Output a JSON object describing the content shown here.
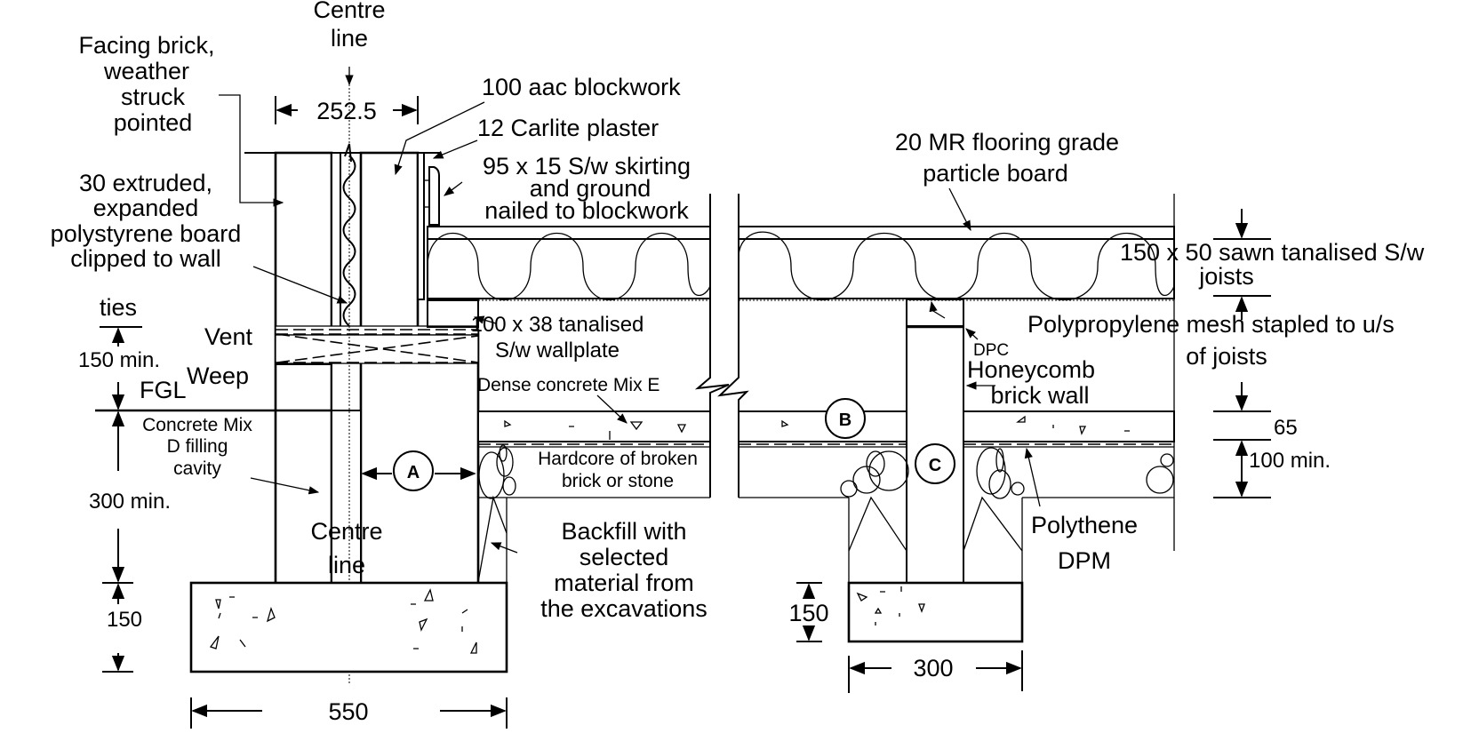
{
  "title": "Cavity wall foundation and suspended timber ground floor detail",
  "labels": {
    "centre_line_top": [
      "Centre",
      "line"
    ],
    "centre_line_bottom": [
      "Centre",
      "line"
    ],
    "facing_brick": [
      "Facing brick,",
      "weather",
      "struck",
      "pointed"
    ],
    "polystyrene": [
      "30 extruded,",
      "expanded",
      "polystyrene board",
      "clipped to wall"
    ],
    "blockwork": "100 aac blockwork",
    "plaster": "12 Carlite plaster",
    "skirting": [
      "95 x 15 S/w skirting",
      "and ground",
      "nailed to blockwork"
    ],
    "flooring": [
      "20 MR flooring grade",
      "particle board"
    ],
    "joists": [
      "150 x 50 sawn tanalised S/w",
      "joists"
    ],
    "mesh": [
      "Polypropylene mesh stapled to u/s",
      "of joists"
    ],
    "wallplate": [
      "100 x 38 tanalised",
      "S/w wallplate"
    ],
    "dpc": "DPC",
    "honeycomb": [
      "Honeycomb",
      "brick wall"
    ],
    "ties": "ties",
    "vent": "Vent",
    "weep": "Weep",
    "fgl": "FGL",
    "dense_concrete": "Dense concrete Mix E",
    "concrete_fill": [
      "Concrete Mix",
      "D filling",
      "cavity"
    ],
    "hardcore": [
      "Hardcore of broken",
      "brick or stone"
    ],
    "backfill": [
      "Backfill with",
      "selected",
      "material from",
      "the excavations"
    ],
    "polythene": [
      "Polythene",
      "DPM"
    ]
  },
  "markers": [
    "A",
    "B",
    "C"
  ],
  "dimensions": {
    "wall_width": "252.5",
    "above_fgl": "150 min.",
    "below_fgl": "300 min.",
    "footing_depth": "150",
    "footing_width": "550",
    "sleeper_footing_depth": "150",
    "sleeper_footing_width": "300",
    "slab": "65",
    "hardcore": "100 min."
  }
}
